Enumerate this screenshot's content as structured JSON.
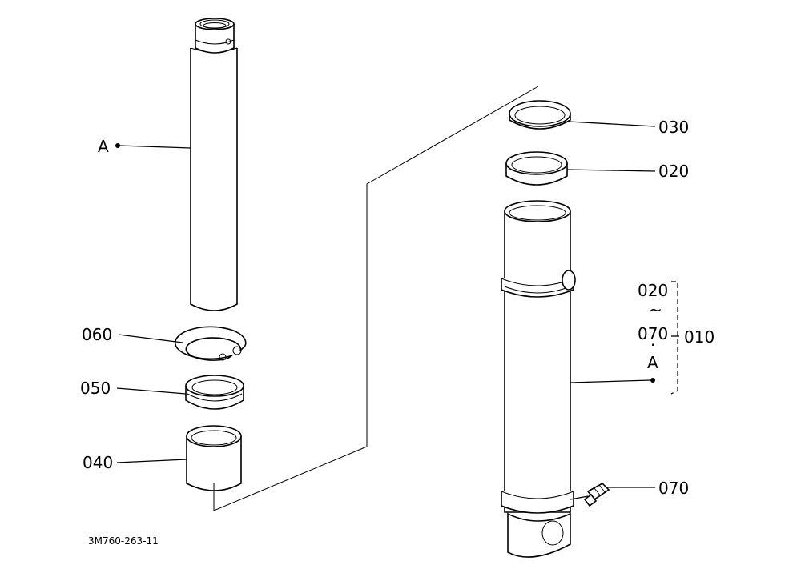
{
  "labels": {
    "a_left": "A",
    "p030": "030",
    "p020": "020",
    "p060": "060",
    "p050": "050",
    "p040": "040",
    "p070": "070",
    "group_from": "020",
    "group_tilde": "~",
    "group_to": "070",
    "group_dot": "·",
    "group_a": "A",
    "group_id": "010"
  },
  "drawing_code": "3M760-263-11"
}
